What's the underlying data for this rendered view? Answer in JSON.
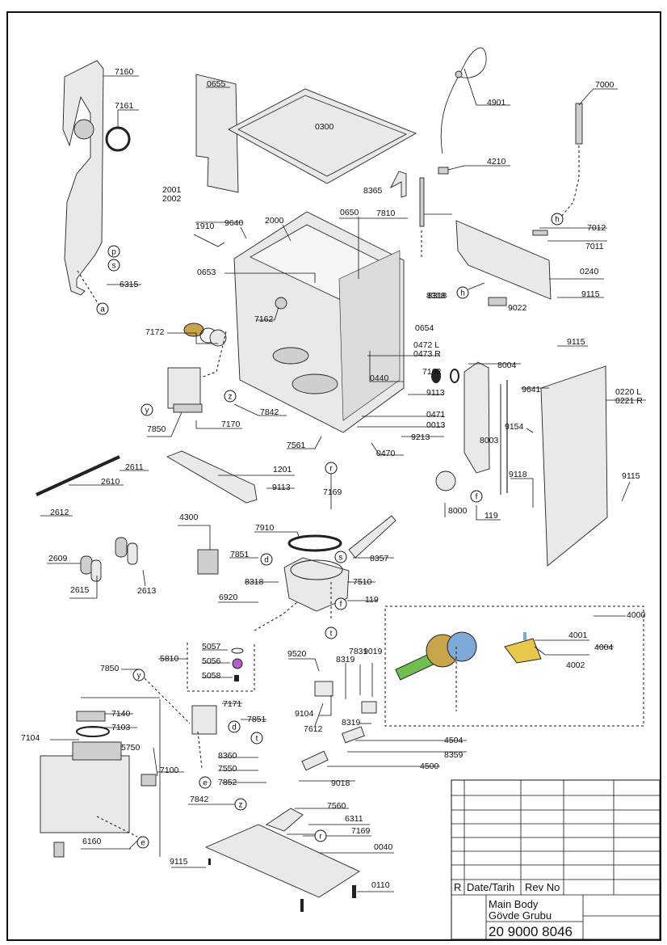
{
  "labels": [
    "7160",
    "7161",
    "0655",
    "0300",
    "4901",
    "7000",
    "4210",
    "8365",
    "7810",
    "7012",
    "7011",
    "0240",
    "8318",
    "9022",
    "9115",
    "2001",
    "2002",
    "1910",
    "9640",
    "2000",
    "0650",
    "0653",
    "6315",
    "7172",
    "7162",
    "0654",
    "0472 L",
    "0473 R",
    "0440",
    "8004",
    "9115",
    "0220 L",
    "0221 R",
    "9641",
    "9113",
    "7850",
    "7170",
    "7842",
    "0471",
    "0013",
    "9213",
    "9154",
    "8003",
    "7561",
    "0470",
    "7169",
    "1201",
    "9113",
    "2611",
    "2610",
    "2612",
    "9118",
    "9115",
    "8000",
    "119",
    "4300",
    "7910",
    "2609",
    "7851",
    "8357",
    "2615",
    "2613",
    "8318",
    "7510",
    "6920",
    "119",
    "4000",
    "5057",
    "5056",
    "5058",
    "5810",
    "4001",
    "4004",
    "4002",
    "9520",
    "8319",
    "7831",
    "9019",
    "7850",
    "7171",
    "9104",
    "7612",
    "8319",
    "7140",
    "7103",
    "7851",
    "4504",
    "7104",
    "5750",
    "8360",
    "8359",
    "7550",
    "4500",
    "7100",
    "7852",
    "9018",
    "7842",
    "7560",
    "6311",
    "6160",
    "7169",
    "0040",
    "9115",
    "0110",
    "8318",
    "7162"
  ],
  "callouts": [
    "p",
    "s",
    "a",
    "h",
    "h",
    "y",
    "z",
    "r",
    "f",
    "d",
    "s",
    "f",
    "t",
    "y",
    "d",
    "t",
    "e",
    "e",
    "z",
    "r"
  ],
  "title_block": {
    "r": "R",
    "date": "Date/Tarih",
    "rev": "Rev No",
    "desc_en": "Main Body",
    "desc_tr": "Gövde Grubu",
    "part_no": "20 9000 8046"
  },
  "colors": {
    "blue_part": "#7da9d8",
    "green_part": "#6fbf4e",
    "yellow_part": "#e8c84a",
    "purple_part": "#b25fc4"
  }
}
